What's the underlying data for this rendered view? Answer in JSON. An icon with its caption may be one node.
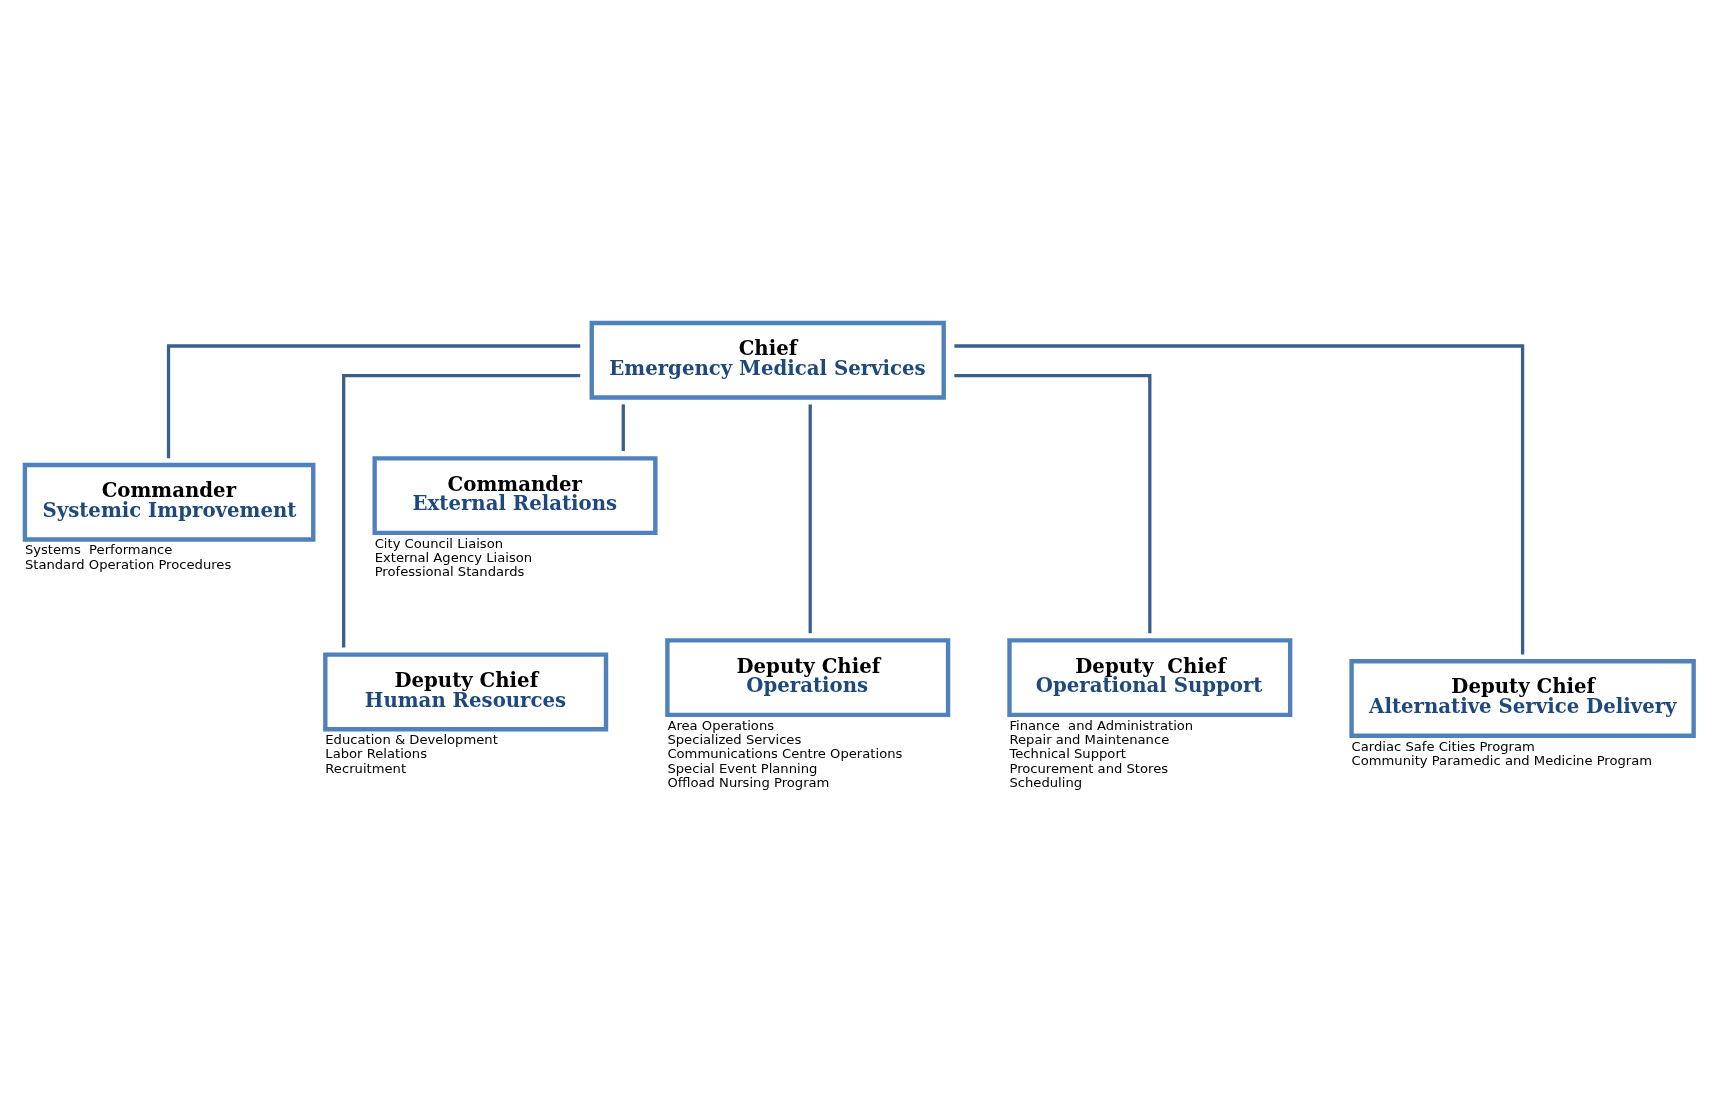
{
  "diagram": {
    "nodes": [
      {
        "text": [
          "Chief",
          "Emergency Medical Services"
        ]
      },
      {
        "text": [
          "Commander",
          "Systemic Improvement"
        ],
        "beside": [
          "Systems  Performance",
          "Standard Operation Procedures"
        ]
      },
      {
        "text": [
          "Commander",
          "External Relations"
        ],
        "beside": [
          "City Council Liaison",
          "External Agency Liaison",
          "Professional Standards"
        ]
      },
      {
        "text": [
          "Deputy Chief",
          "Human Resources"
        ],
        "beside": [
          "Education & Development",
          "Labor Relations",
          "Recruitment"
        ]
      },
      {
        "text": [
          "Deputy Chief",
          "Operations"
        ],
        "beside": [
          "Area Operations",
          "Specialized Services",
          "Communications Centre Operations",
          "Special Event Planning",
          "Offload Nursing Program"
        ]
      },
      {
        "text": [
          "Deputy  Chief",
          "Operational Support"
        ],
        "beside": [
          "Finance  and Administration",
          "Repair and Maintenance",
          "Technical Support",
          "Procurement and Stores",
          "Scheduling"
        ]
      },
      {
        "text": [
          "Deputy Chief",
          "Alternative Service Delivery"
        ],
        "beside": [
          "Cardiac Safe Cities Program",
          "Community Paramedic and Medicine Program"
        ]
      }
    ],
    "edges": [
      {
        "from": 0,
        "to": 1,
        "arrow": "none"
      },
      {
        "from": 0,
        "to": 2,
        "arrow": "none"
      },
      {
        "from": 0,
        "to": 3,
        "arrow": "none"
      },
      {
        "from": 0,
        "to": 4,
        "arrow": "none"
      },
      {
        "from": 0,
        "to": 5,
        "arrow": "none"
      },
      {
        "from": 0,
        "to": 6,
        "arrow": "none"
      }
    ]
  }
}
